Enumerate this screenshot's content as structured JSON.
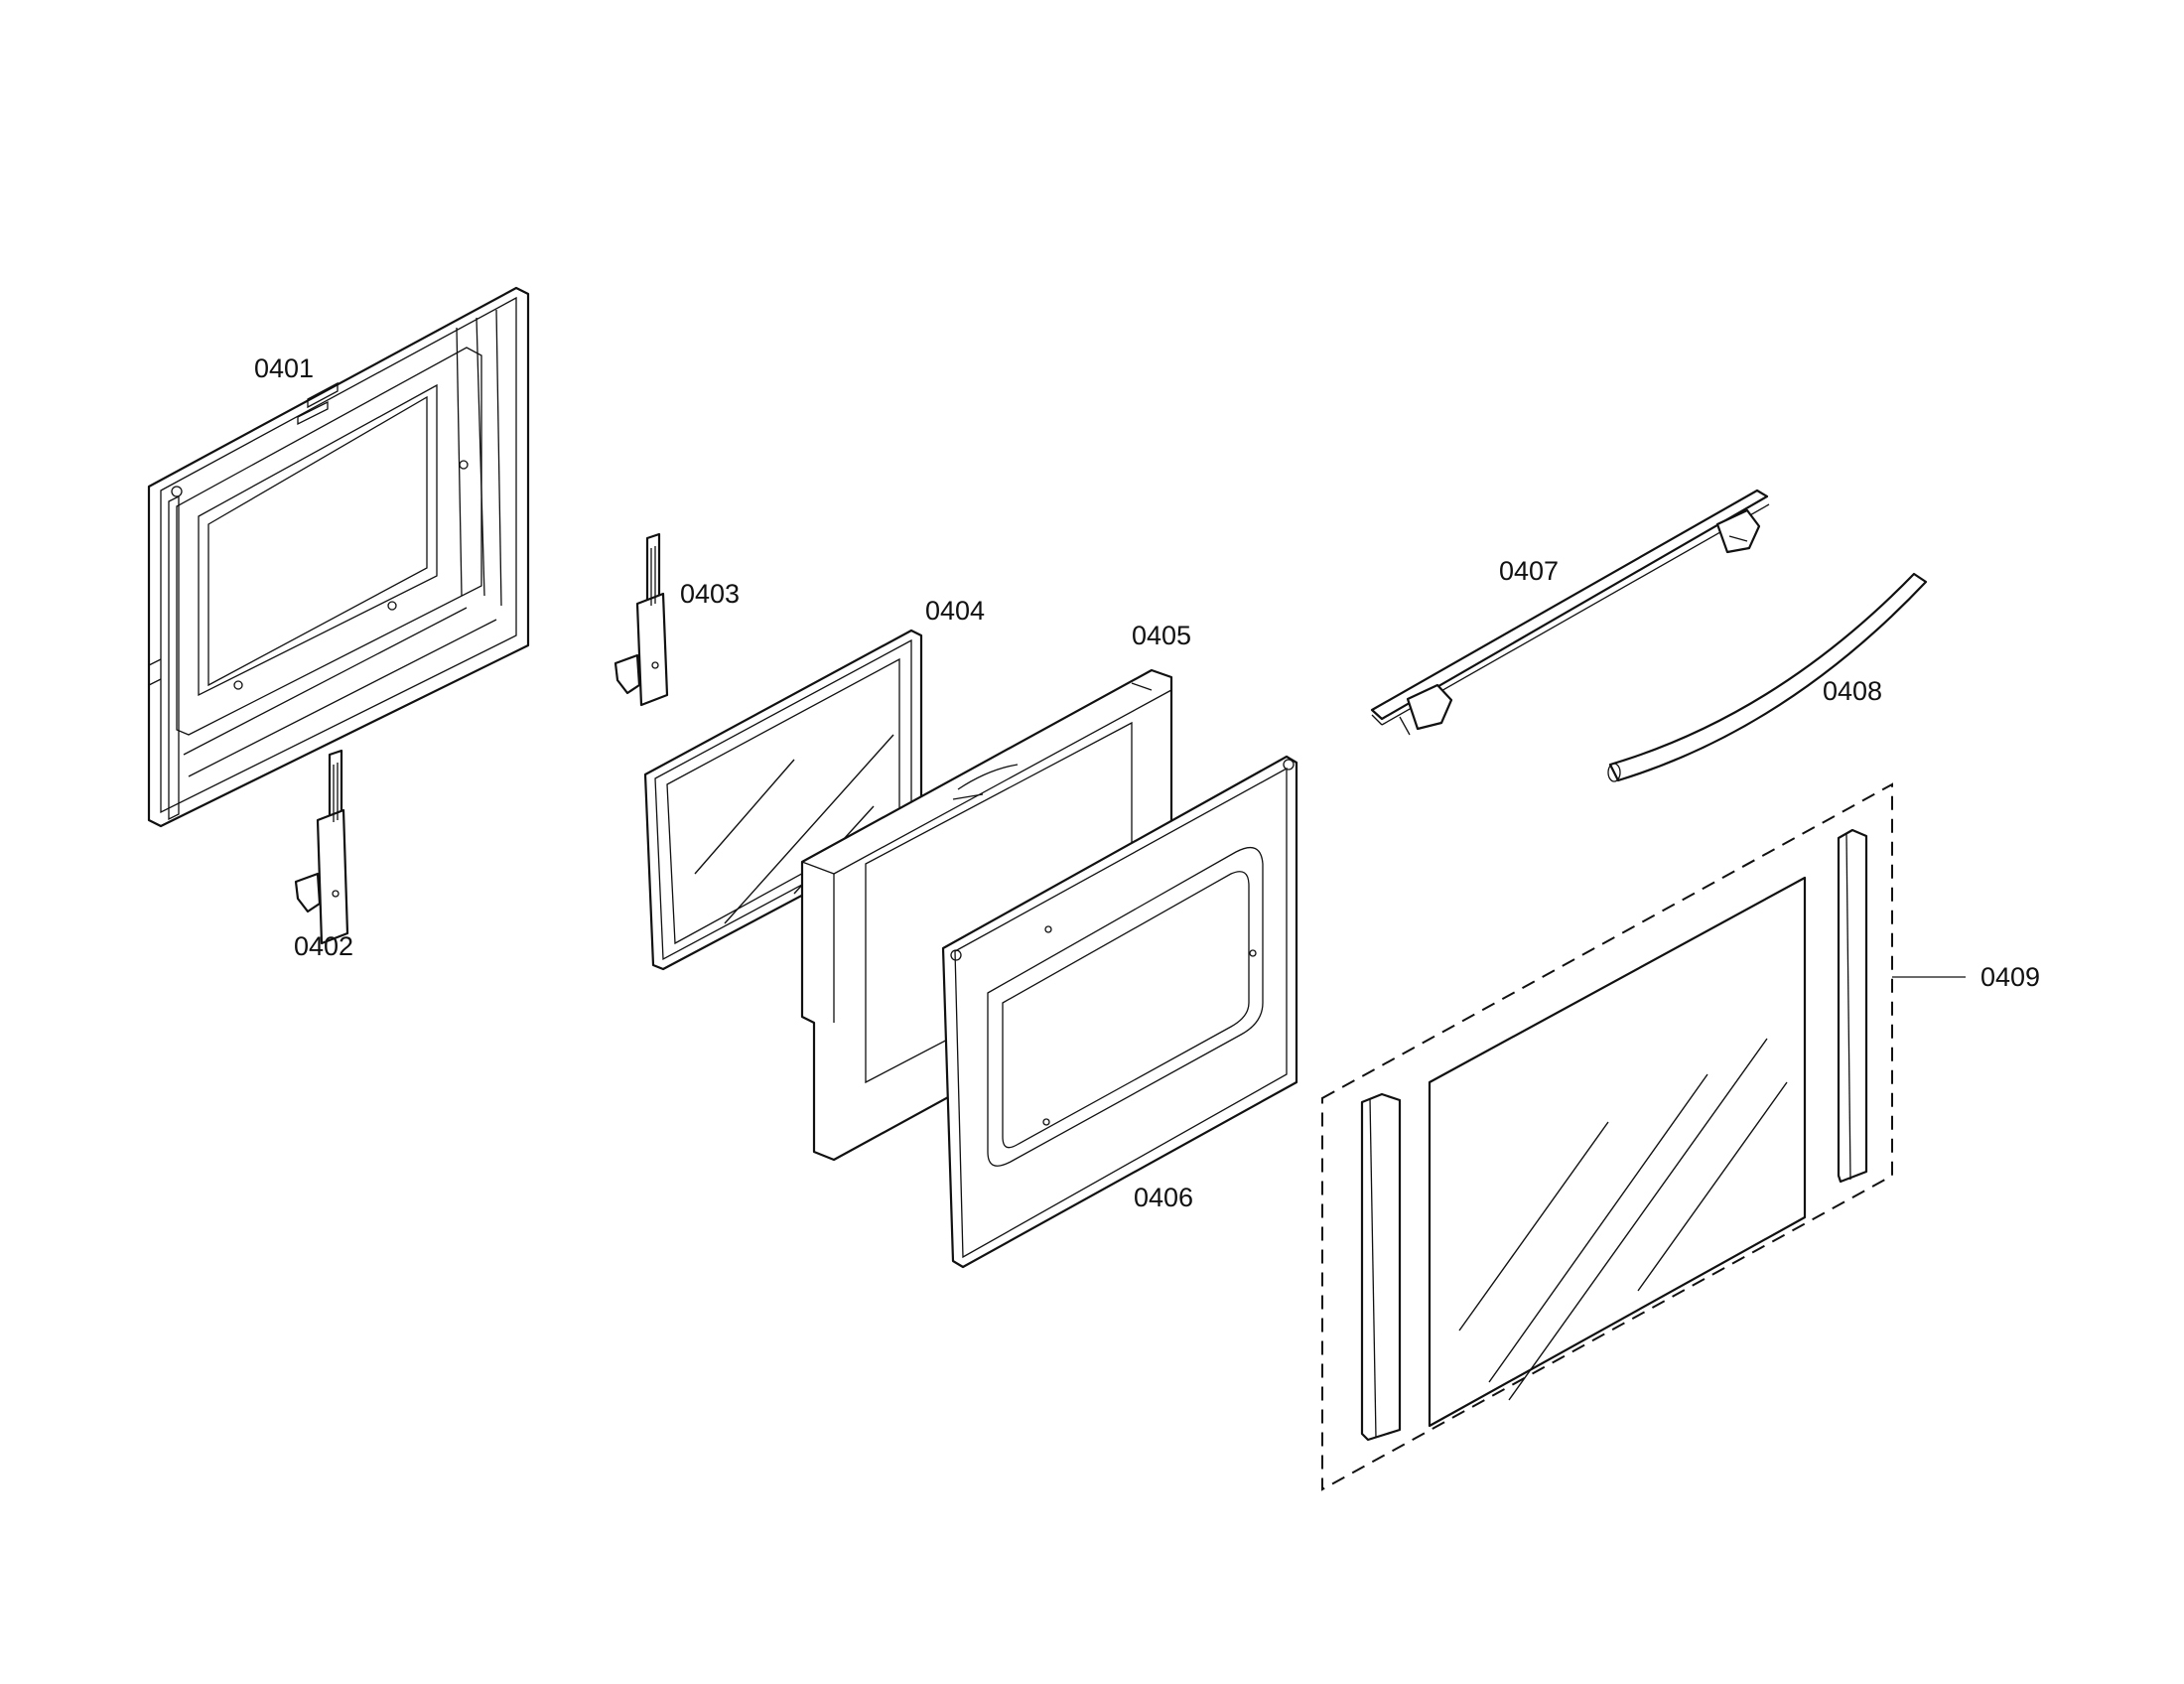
{
  "diagram": {
    "parts": [
      {
        "id": "p0401",
        "label": "0401"
      },
      {
        "id": "p0402",
        "label": "0402"
      },
      {
        "id": "p0403",
        "label": "0403"
      },
      {
        "id": "p0404",
        "label": "0404"
      },
      {
        "id": "p0405",
        "label": "0405"
      },
      {
        "id": "p0406",
        "label": "0406"
      },
      {
        "id": "p0407",
        "label": "0407"
      },
      {
        "id": "p0408",
        "label": "0408"
      },
      {
        "id": "p0409",
        "label": "0409"
      }
    ]
  }
}
